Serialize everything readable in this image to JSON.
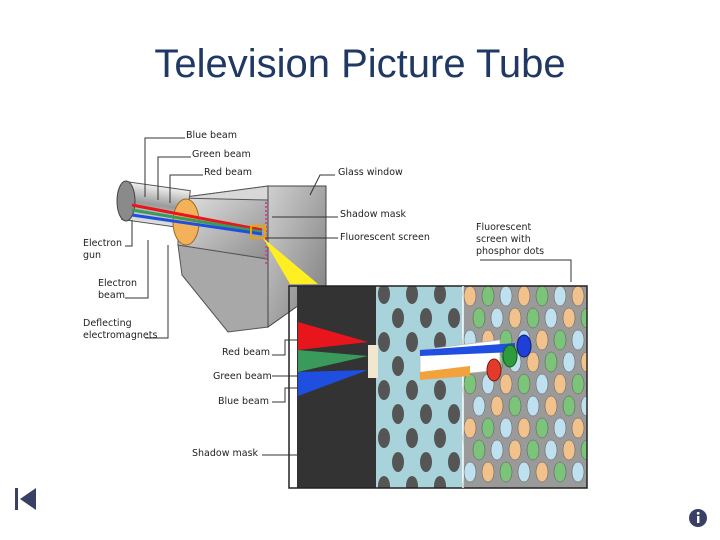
{
  "title": "Television Picture Tube",
  "labels": {
    "blue_beam_top": "Blue beam",
    "green_beam_top": "Green beam",
    "red_beam_top": "Red beam",
    "glass_window": "Glass window",
    "shadow_mask_top": "Shadow mask",
    "fluorescent_screen": "Fluorescent screen",
    "electron_gun": "Electron gun",
    "electron_beam": "Electron beam",
    "deflecting_electromagnets": "Deflecting electromagnets",
    "fluorescent_dots": "Fluorescent screen with phosphor dots",
    "red_beam_bottom": "Red beam",
    "green_beam_bottom": "Green beam",
    "blue_beam_bottom": "Blue beam",
    "shadow_mask_bottom": "Shadow mask"
  },
  "colors": {
    "title": "#1f3864",
    "red_beam": "#e8161c",
    "green_beam": "#3a9a5c",
    "blue_beam": "#1f4fe0",
    "screen_panel": "#a9d3da",
    "mask_panel": "#333333",
    "dot_red": "#e23b2b",
    "dot_green": "#7cc47a",
    "dot_blue": "#bfe0ef",
    "dot_orange": "#f2c28c"
  },
  "icons": {
    "back": "skip-back-icon",
    "info": "info-icon"
  }
}
